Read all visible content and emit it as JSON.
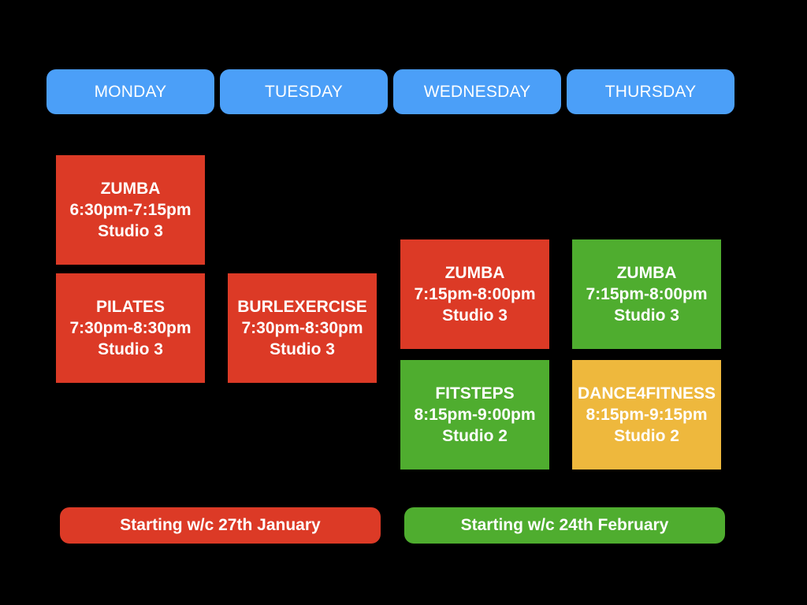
{
  "colors": {
    "header_blue": "#4b9ff8",
    "red": "#dc3a26",
    "green": "#4fad2f",
    "amber": "#eeb83d",
    "background": "#000000"
  },
  "days": [
    {
      "label": "MONDAY"
    },
    {
      "label": "TUESDAY"
    },
    {
      "label": "WEDNESDAY"
    },
    {
      "label": "THURSDAY"
    }
  ],
  "classes": {
    "monday_zumba": {
      "name": "ZUMBA",
      "time": "6:30pm-7:15pm",
      "room": "Studio 3",
      "color": "red"
    },
    "monday_pilates": {
      "name": "PILATES",
      "time": "7:30pm-8:30pm",
      "room": "Studio 3",
      "color": "red"
    },
    "tuesday_burlexercise": {
      "name": "BURLEXERCISE",
      "time": "7:30pm-8:30pm",
      "room": "Studio 3",
      "color": "red"
    },
    "wednesday_zumba": {
      "name": "ZUMBA",
      "time": "7:15pm-8:00pm",
      "room": "Studio 3",
      "color": "red"
    },
    "wednesday_fitsteps": {
      "name": "FITSTEPS",
      "time": "8:15pm-9:00pm",
      "room": "Studio 2",
      "color": "green"
    },
    "thursday_zumba": {
      "name": "ZUMBA",
      "time": "7:15pm-8:00pm",
      "room": "Studio 3",
      "color": "green"
    },
    "thursday_dance4fitness": {
      "name": "DANCE4FITNESS",
      "time": "8:15pm-9:15pm",
      "room": "Studio 2",
      "color": "amber"
    }
  },
  "banners": {
    "red": {
      "label": "Starting w/c 27th January",
      "color": "red"
    },
    "green": {
      "label": "Starting w/c 24th February",
      "color": "green"
    }
  }
}
